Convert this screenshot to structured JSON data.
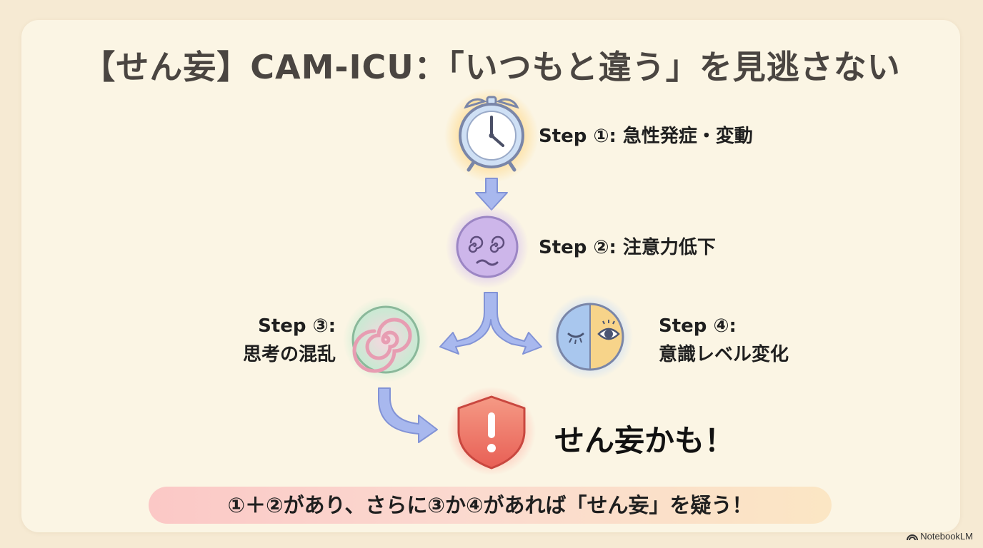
{
  "title": "【せん妄】CAM-ICU：「いつもと違う」を見逃さない",
  "steps": [
    {
      "label": "Step ①: 急性発症・変動",
      "icon": "alarm-clock-icon"
    },
    {
      "label": "Step ②: 注意力低下",
      "icon": "dizzy-face-icon"
    },
    {
      "label_line1": "Step ③:",
      "label_line2": "思考の混乱",
      "icon": "spiral-icon"
    },
    {
      "label_line1": "Step ④:",
      "label_line2": "意識レベル変化",
      "icon": "sleep-awake-face-icon"
    }
  ],
  "conclusion": {
    "label": "せん妄かも！",
    "icon": "warning-shield-icon"
  },
  "banner": "①＋②があり、さらに③か④があれば「せん妄」を疑う！",
  "watermark": "NotebookLM",
  "colors": {
    "arrow": "#a8b8ee",
    "step1_glow": "#ffd98a",
    "step2": "#c9b2e6",
    "step3": "#bfe3c9",
    "step4_left": "#a9c7ee",
    "step4_right": "#f7d48a",
    "shield": "#f07a6a"
  }
}
